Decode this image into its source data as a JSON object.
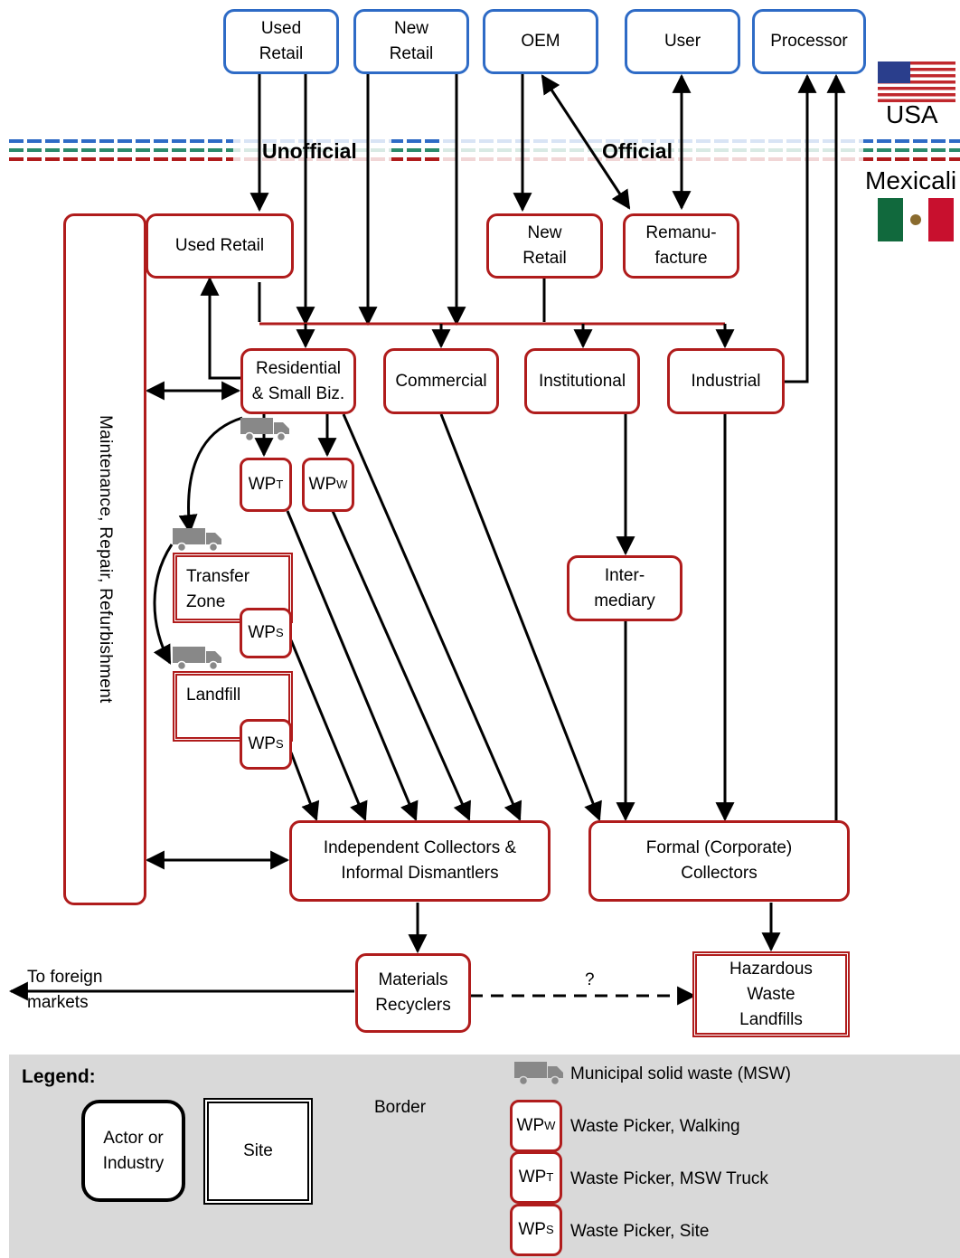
{
  "nodes": {
    "us_used_retail": "Used\nRetail",
    "us_new_retail": "New\nRetail",
    "oem": "OEM",
    "user": "User",
    "processor": "Processor",
    "mx_used_retail": "Used Retail",
    "mx_new_retail": "New\nRetail",
    "remanufacture": "Remanu-\nfacture",
    "residential": "Residential\n& Small Biz.",
    "commercial": "Commercial",
    "institutional": "Institutional",
    "industrial": "Industrial",
    "intermediary": "Inter-\nmediary",
    "transfer_zone": "Transfer\nZone",
    "landfill": "Landfill",
    "independent": "Independent Collectors &\nInformal Dismantlers",
    "formal": "Formal (Corporate)\nCollectors",
    "materials": "Materials\nRecyclers",
    "hazardous": "Hazardous\nWaste\nLandfills",
    "maintenance": "Maintenance, Repair, Refurbishment"
  },
  "wp_labels": {
    "base": "WP",
    "t": "T",
    "w": "W",
    "s": "S"
  },
  "border": {
    "unofficial": "Unofficial",
    "official": "Official",
    "usa": "USA",
    "mexicali": "Mexicali"
  },
  "labels": {
    "foreign": "To foreign\nmarkets",
    "question": "?"
  },
  "legend": {
    "title": "Legend:",
    "actor": "Actor or\nIndustry",
    "site": "Site",
    "border": "Border",
    "msw": "Municipal solid waste (MSW)",
    "wp_walking": "Waste Picker, Walking",
    "wp_truck": "Waste Picker, MSW Truck",
    "wp_site": "Waste Picker, Site"
  },
  "colors": {
    "official_blue": "#2e6bc6",
    "mexico_red": "#b01c1c",
    "border_green": "#2a8a6a",
    "truck_gray": "#888888"
  },
  "icons": [
    "usa-flag-icon",
    "mexico-flag-icon",
    "truck-icon"
  ]
}
